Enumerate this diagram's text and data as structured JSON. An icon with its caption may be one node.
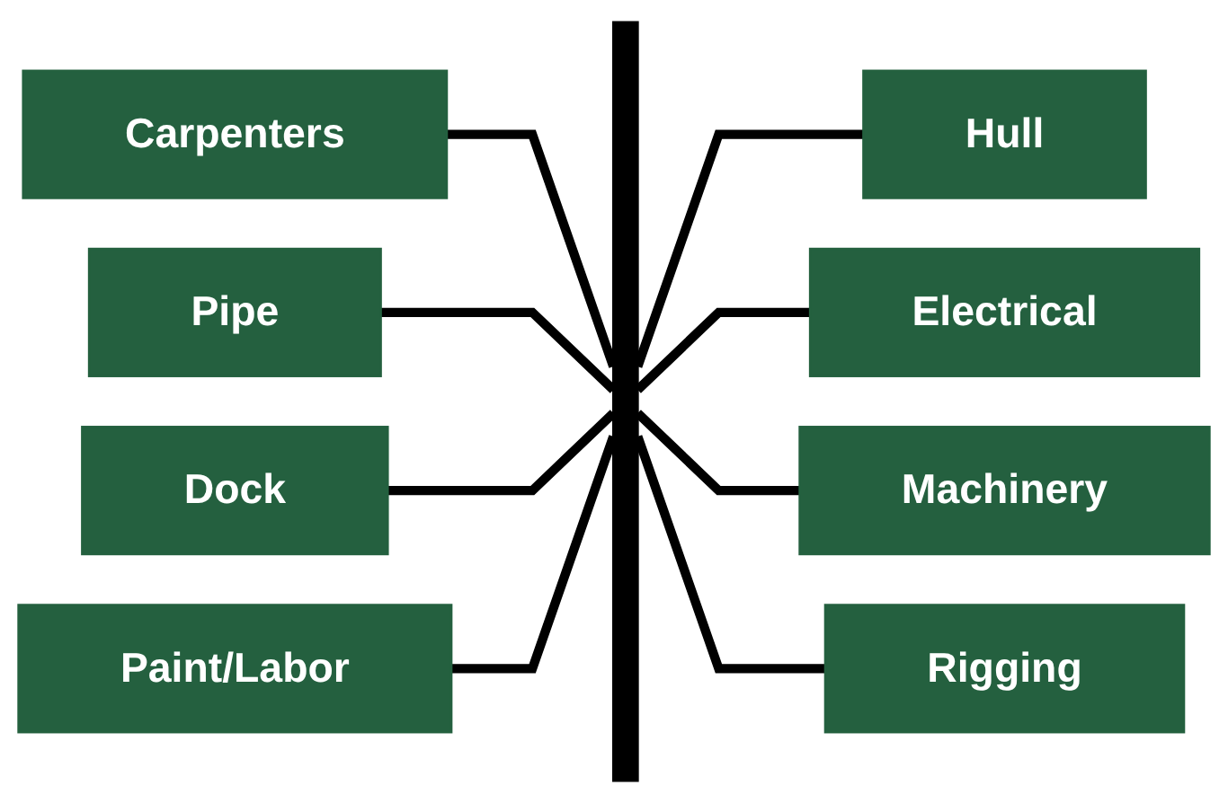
{
  "diagram": {
    "nodes": [
      {
        "text": [
          "Carpenters"
        ]
      },
      {
        "text": [
          "Hull"
        ]
      },
      {
        "text": [
          "Pipe"
        ]
      },
      {
        "text": [
          "Electrical"
        ]
      },
      {
        "text": [
          "Dock"
        ]
      },
      {
        "text": [
          "Machinery"
        ]
      },
      {
        "text": [
          "Paint/Labor"
        ]
      },
      {
        "text": [
          "Rigging"
        ]
      },
      {
        "text": [],
        "shape": "bar"
      }
    ],
    "edges": [
      {
        "from": 0,
        "to": 8,
        "arrow": "none"
      },
      {
        "from": 1,
        "to": 8,
        "arrow": "none"
      },
      {
        "from": 2,
        "to": 8,
        "arrow": "none"
      },
      {
        "from": 3,
        "to": 8,
        "arrow": "none"
      },
      {
        "from": 4,
        "to": 8,
        "arrow": "none"
      },
      {
        "from": 5,
        "to": 8,
        "arrow": "none"
      },
      {
        "from": 6,
        "to": 8,
        "arrow": "none"
      },
      {
        "from": 7,
        "to": 8,
        "arrow": "none"
      }
    ]
  }
}
